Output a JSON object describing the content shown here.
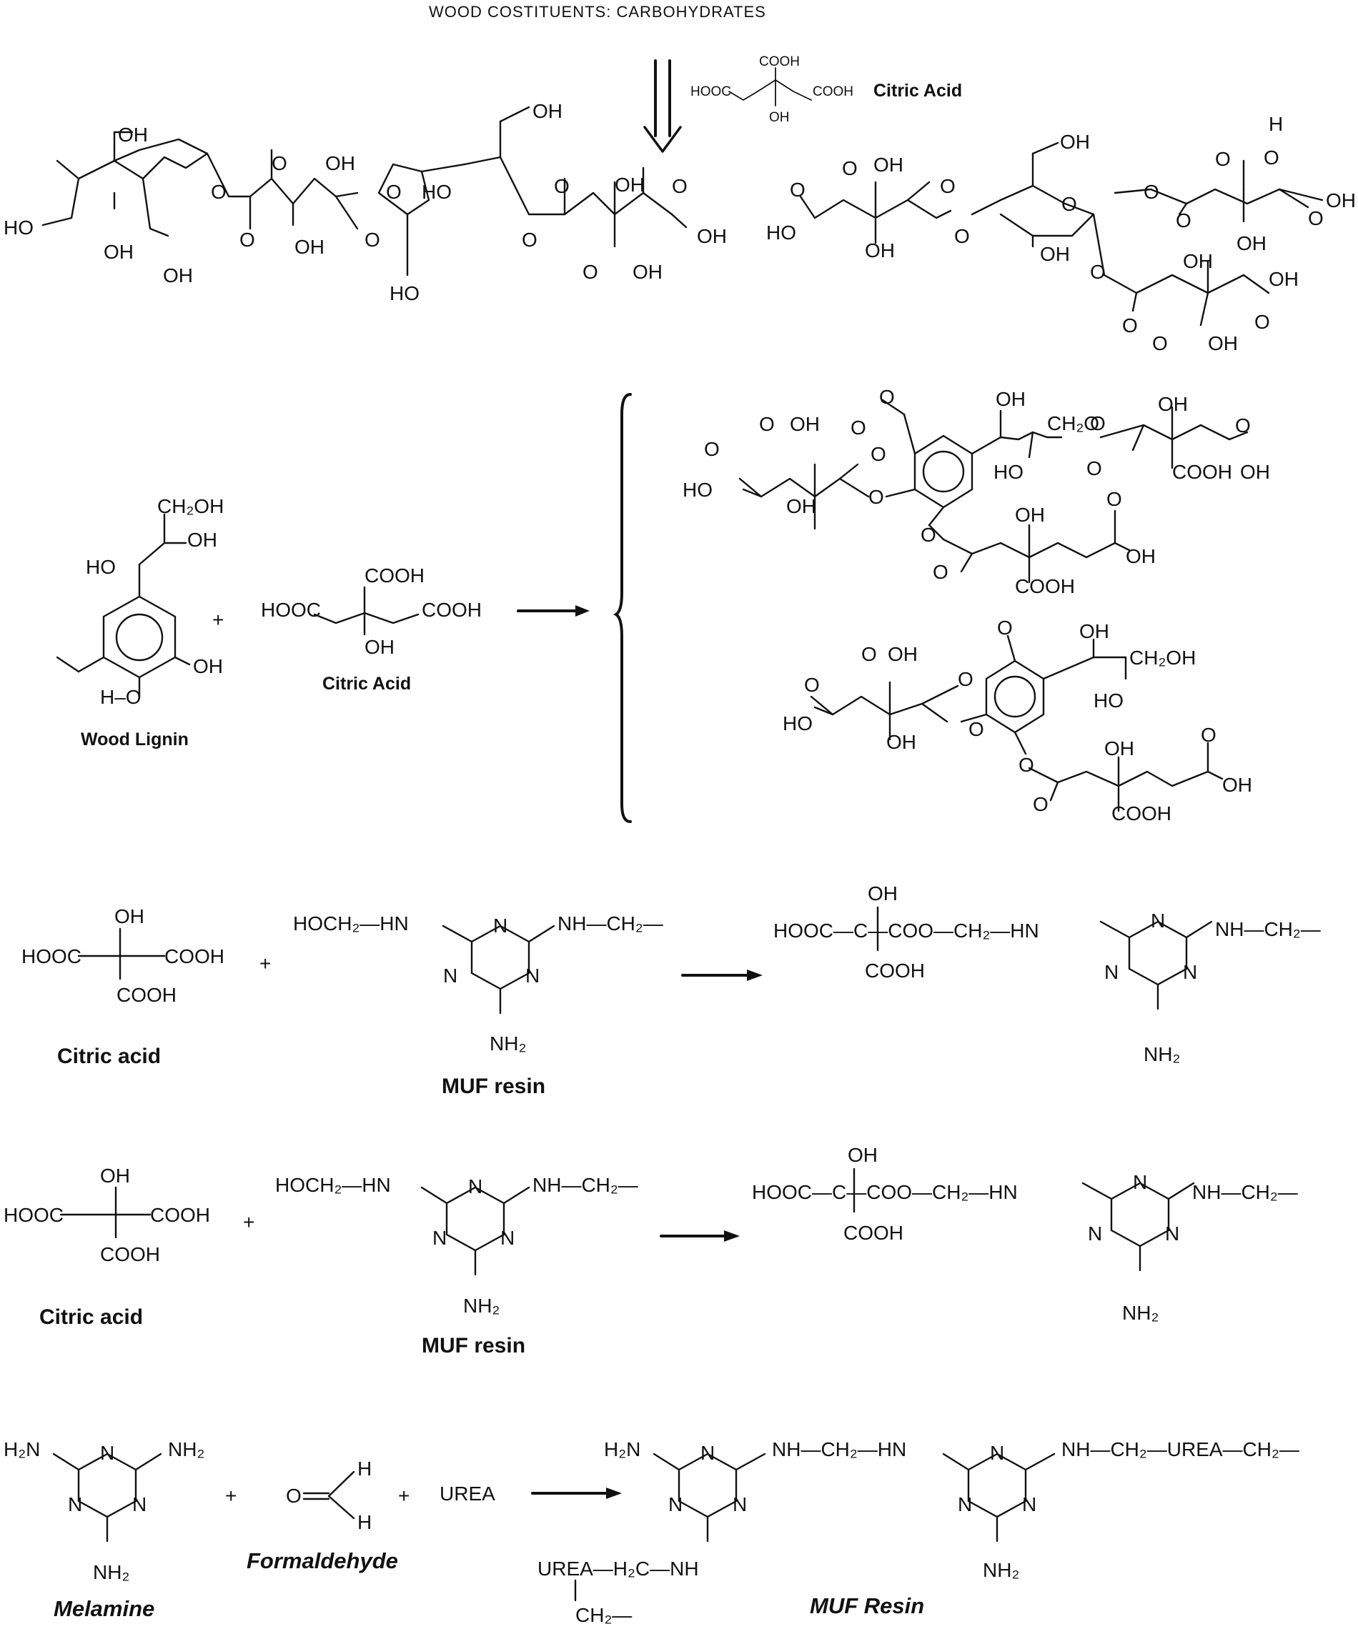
{
  "header": {
    "title": "WOOD COSTITUENTS: CARBOHYDRATES"
  },
  "labels": {
    "citric_acid_top": "Citric Acid",
    "wood_lignin": "Wood Lignin",
    "citric_acid_mid": "Citric Acid",
    "citric_acid_1": "Citric acid",
    "muf_resin_1": "MUF resin",
    "citric_acid_2": "Citric acid",
    "muf_resin_2": "MUF resin",
    "melamine": "Melamine",
    "formaldehyde": "Formaldehyde",
    "muf_resin_final": "MUF Resin"
  },
  "groups": {
    "oh": "OH",
    "ho": "HO",
    "o": "O",
    "h": "H",
    "n": "N",
    "cooh": "COOH",
    "hooc": "HOOC",
    "ch2oh": "CH₂OH",
    "ch2o": "CH₂O",
    "plus": "+",
    "nh2": "NH₂",
    "h2n": "H₂N",
    "urea": "UREA",
    "ho_o": "H–O",
    "c": "C"
  },
  "muf_fragments": {
    "hoch2_hn": "HOCH₂—HN",
    "nh_ch2": "NH—CH₂—",
    "hooc_c_coo": "HOOC—C—COO—CH₂—HN",
    "hooc_c_cooh": "HOOC—C—COOH",
    "nh_ch2_hn": "NH—CH₂—HN",
    "nh_ch2_urea": "NH—CH₂—UREA—CH₂—",
    "urea_h2c_nh": "UREA—H₂C—NH",
    "ch2_tail": "CH₂—"
  }
}
